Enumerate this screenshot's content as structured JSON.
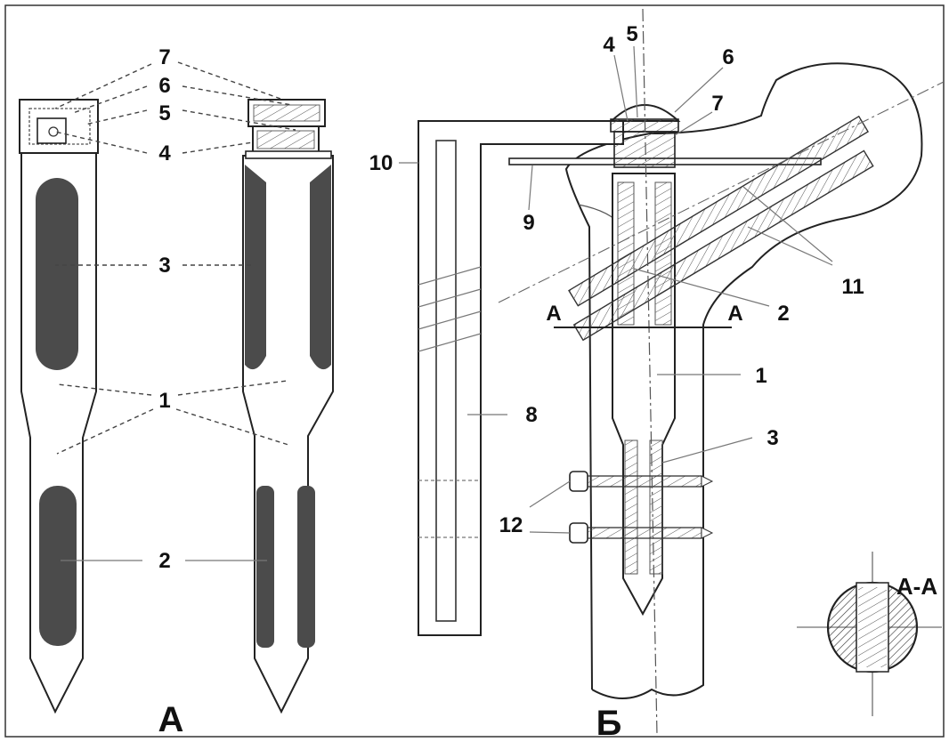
{
  "figure": {
    "panels": {
      "left": "А",
      "right": "Б"
    },
    "section_title": "А-А",
    "cut_labels": [
      "А",
      "А"
    ],
    "left_labels": [
      "7",
      "6",
      "5",
      "4",
      "3",
      "1",
      "2"
    ],
    "right_labels": [
      "4",
      "5",
      "6",
      "7",
      "10",
      "9",
      "11",
      "2",
      "1",
      "8",
      "3",
      "12"
    ]
  }
}
